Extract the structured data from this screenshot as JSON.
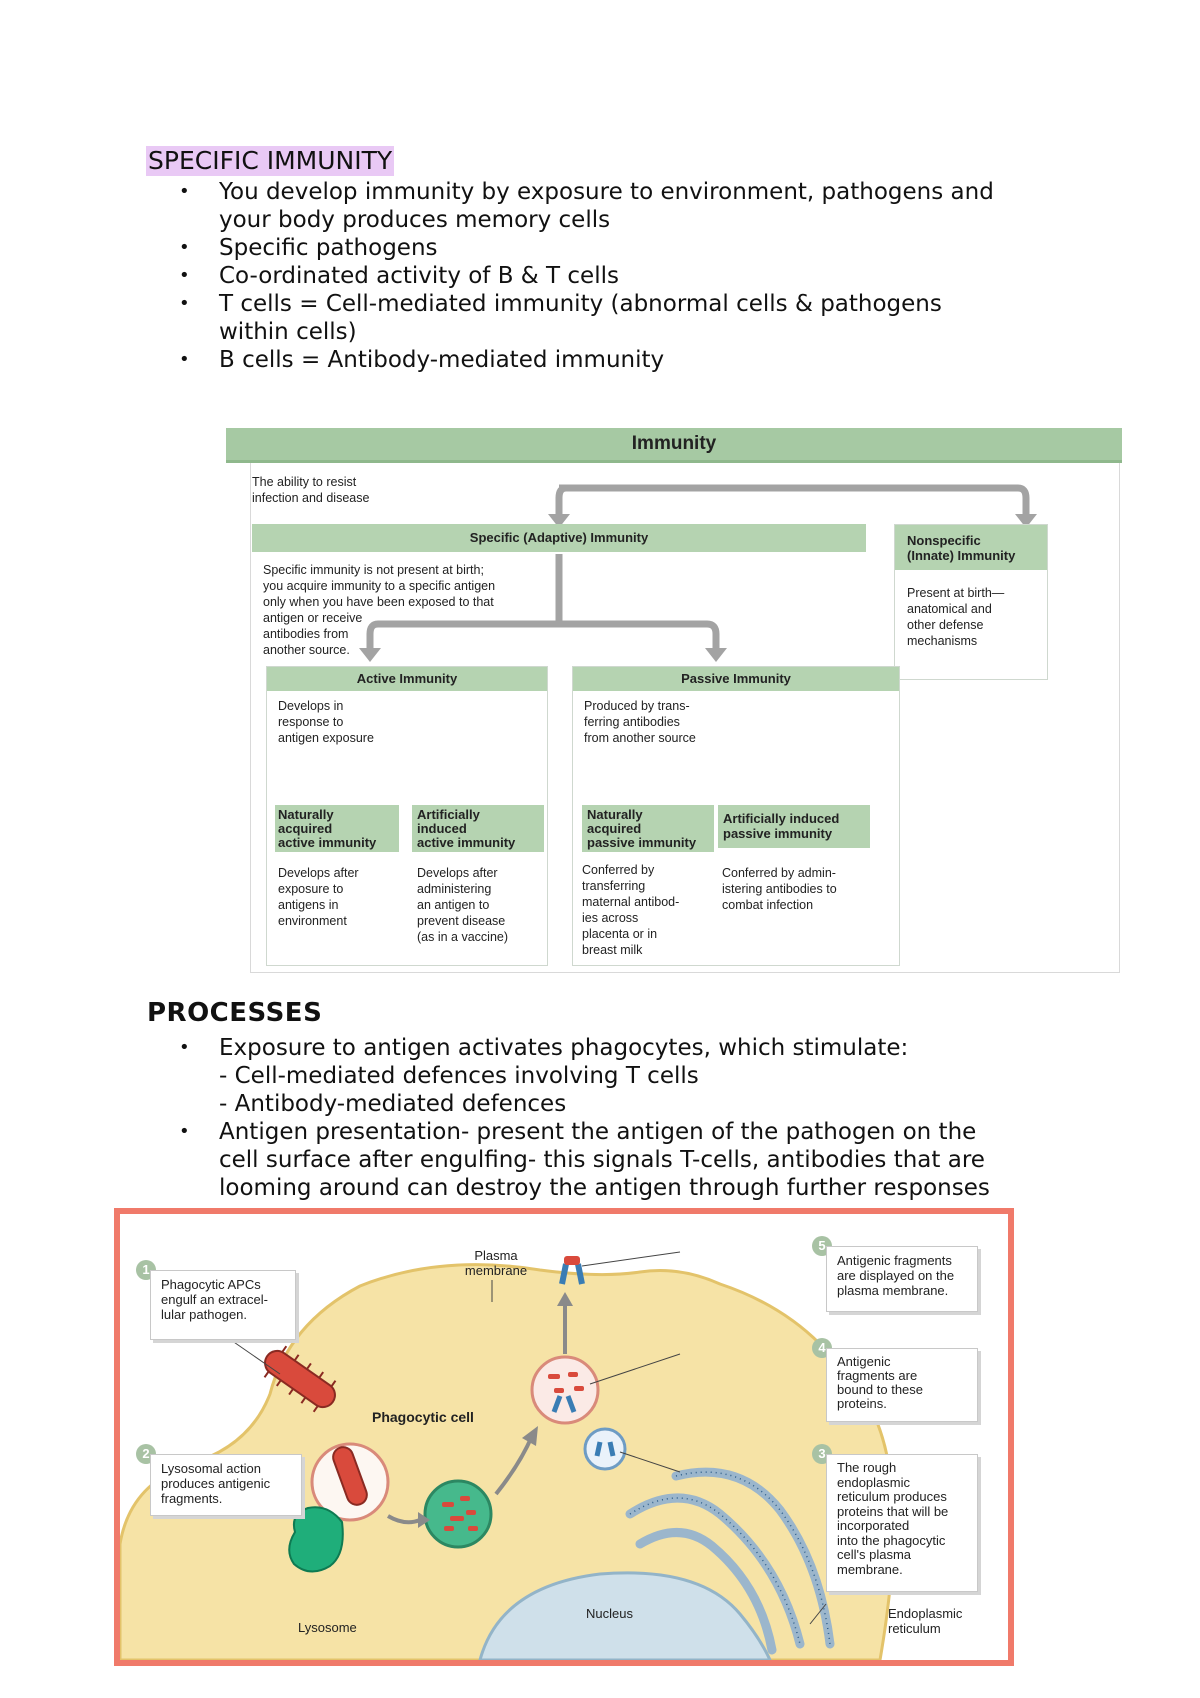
{
  "section1": {
    "heading": "SPECIFIC IMMUNITY",
    "bullets": [
      {
        "lines": [
          "You develop immunity by exposure to environment, pathogens and",
          "your body produces memory cells"
        ]
      },
      {
        "lines": [
          "Specific pathogens"
        ]
      },
      {
        "lines": [
          "Co-ordinated activity of B & T cells"
        ]
      },
      {
        "lines": [
          "T cells = Cell-mediated immunity (abnormal cells & pathogens",
          "within cells)"
        ]
      },
      {
        "lines": [
          "B cells = Antibody-mediated immunity"
        ]
      }
    ]
  },
  "diagram": {
    "title": "Immunity",
    "intro": "The ability to resist\ninfection and disease",
    "specific": {
      "title": "Specific (Adaptive) Immunity",
      "text": "Specific immunity is not present at birth;\nyou acquire immunity to a specific antigen\nonly when you have been exposed to that\nantigen or receive\nantibodies from\nanother source."
    },
    "nonspecific": {
      "title": "Nonspecific\n(Innate) Immunity",
      "text": "Present at birth—\nanatomical and\nother defense\nmechanisms"
    },
    "active": {
      "title": "Active Immunity",
      "text": "Develops in\nresponse to\nantigen exposure"
    },
    "passive": {
      "title": "Passive Immunity",
      "text": "Produced by trans-\nferring antibodies\nfrom another source"
    },
    "nat_active": {
      "title": "Naturally\nacquired\nactive immunity",
      "text": "Develops after\nexposure to\nantigens in\nenvironment"
    },
    "art_active": {
      "title": "Artificially\ninduced\nactive immunity",
      "text": "Develops after\nadministering\nan antigen to\nprevent disease\n(as in a vaccine)"
    },
    "nat_passive": {
      "title": "Naturally\nacquired\npassive immunity",
      "text": "Conferred by\ntransferring\nmaternal antibod-\nies across\nplacenta or in\nbreast milk"
    },
    "art_passive": {
      "title": "Artificially induced\npassive immunity",
      "text": "Conferred by admin-\nistering antibodies to\ncombat infection"
    }
  },
  "section2": {
    "heading": "PROCESSES",
    "bullets": [
      {
        "lines": [
          "Exposure to antigen activates phagocytes, which stimulate:",
          "- Cell-mediated defences involving T cells",
          "- Antibody-mediated defences"
        ]
      },
      {
        "lines": [
          "Antigen presentation- present the antigen of the pathogen on the",
          "cell surface after engulfing- this signals T-cells, antibodies that are",
          "looming around can destroy the antigen through further responses"
        ]
      }
    ]
  },
  "process_figure": {
    "steps": [
      {
        "number": "1",
        "text": "Phagocytic APCs\nengulf an extracel-\nlular pathogen."
      },
      {
        "number": "2",
        "text": "Lysosomal action\nproduces antigenic\nfragments."
      },
      {
        "number": "3",
        "text": "The rough\nendoplasmic\nreticulum produces\nproteins that will be\nincorporated\ninto the phagocytic\ncell's plasma\nmembrane."
      },
      {
        "number": "4",
        "text": "Antigenic\nfragments are\nbound to these\nproteins."
      },
      {
        "number": "5",
        "text": "Antigenic fragments\nare displayed on the\nplasma membrane."
      }
    ],
    "labels": {
      "plasma_membrane": "Plasma\nmembrane",
      "phagocytic_cell": "Phagocytic cell",
      "lysosome": "Lysosome",
      "nucleus": "Nucleus",
      "er": "Endoplasmic\nreticulum"
    },
    "colors": {
      "border": "#f07a6a",
      "cell": "#f6e3a6",
      "nucleus": "#cfe0ea",
      "lysosome": "#1fae7a",
      "pathogen": "#d94a3c",
      "step_badge": "#a8c2a4"
    }
  }
}
